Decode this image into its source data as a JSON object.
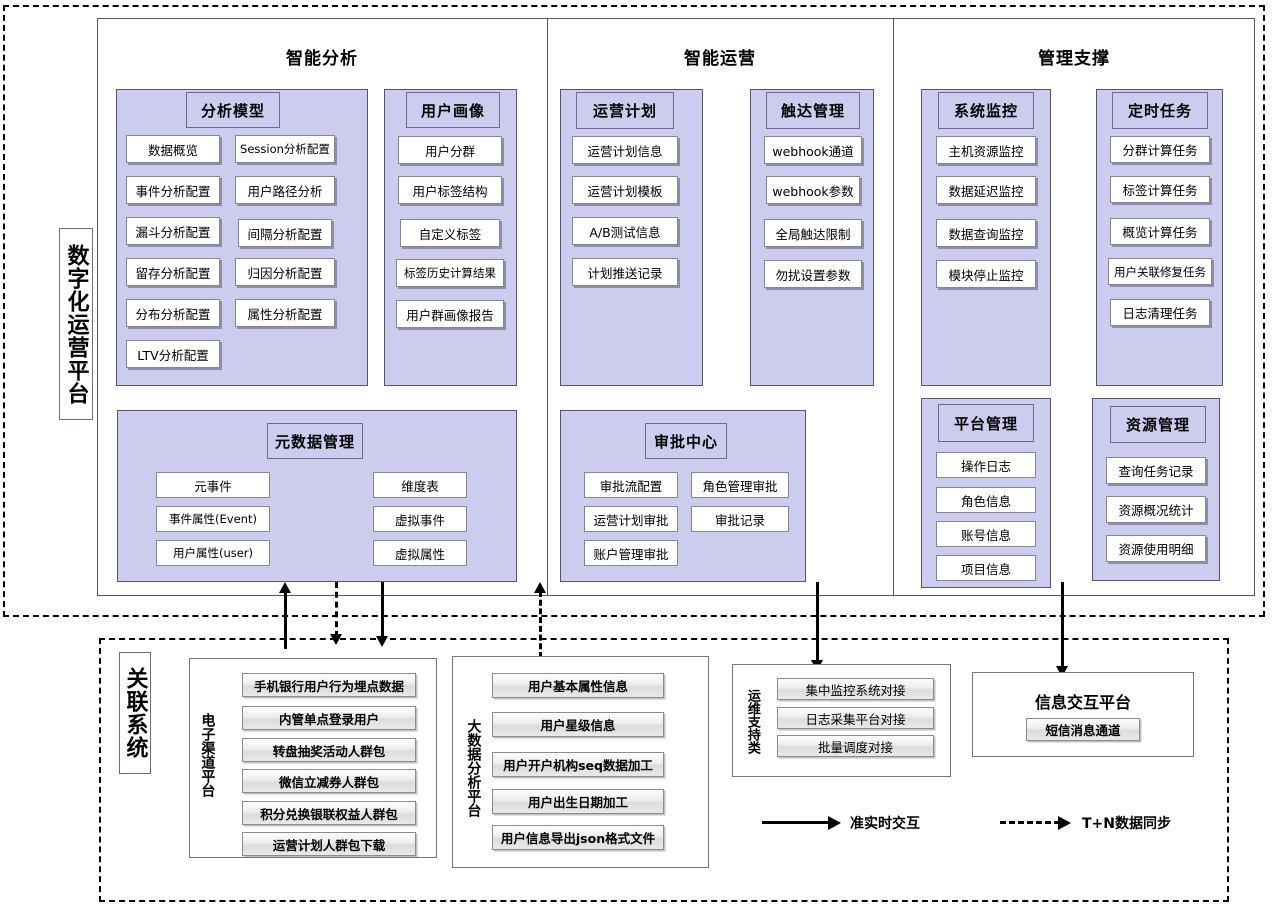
{
  "platform": {
    "vertical_title": "数字化运营平台",
    "sections": [
      {
        "name": "智能分析"
      },
      {
        "name": "智能运营"
      },
      {
        "name": "管理支撑"
      }
    ]
  },
  "groups": {
    "analysis_model": {
      "title": "分析模型",
      "items_left": [
        "数据概览",
        "事件分析配置",
        "漏斗分析配置",
        "留存分析配置",
        "分布分析配置",
        "LTV分析配置"
      ],
      "items_right": [
        "Session分析配置",
        "用户路径分析",
        "间隔分析配置",
        "归因分析配置",
        "属性分析配置"
      ]
    },
    "user_profile": {
      "title": "用户画像",
      "items": [
        "用户分群",
        "用户标签结构",
        "自定义标签",
        "标签历史计算结果",
        "用户群画像报告"
      ]
    },
    "metadata": {
      "title": "元数据管理",
      "items_left": [
        "元事件",
        "事件属性(Event)",
        "用户属性(user)"
      ],
      "items_right": [
        "维度表",
        "虚拟事件",
        "虚拟属性"
      ]
    },
    "operation_plan": {
      "title": "运营计划",
      "items": [
        "运营计划信息",
        "运营计划模板",
        "A/B测试信息",
        "计划推送记录"
      ]
    },
    "reach_management": {
      "title": "触达管理",
      "items": [
        "webhook通道",
        "webhook参数",
        "全局触达限制",
        "勿扰设置参数"
      ]
    },
    "approval_center": {
      "title": "审批中心",
      "items_left": [
        "审批流配置",
        "运营计划审批",
        "账户管理审批"
      ],
      "items_right": [
        "角色管理审批",
        "审批记录"
      ]
    },
    "system_monitor": {
      "title": "系统监控",
      "items": [
        "主机资源监控",
        "数据延迟监控",
        "数据查询监控",
        "模块停止监控"
      ]
    },
    "scheduled_tasks": {
      "title": "定时任务",
      "items": [
        "分群计算任务",
        "标签计算任务",
        "概览计算任务",
        "用户关联修复任务",
        "日志清理任务"
      ]
    },
    "platform_management": {
      "title": "平台管理",
      "items": [
        "操作日志",
        "角色信息",
        "账号信息",
        "项目信息"
      ]
    },
    "resource_management": {
      "title": "资源管理",
      "items": [
        "查询任务记录",
        "资源概况统计",
        "资源使用明细"
      ]
    }
  },
  "related_systems": {
    "vertical_title": "关联系统",
    "echannel": {
      "vertical_title": "电子渠道平台",
      "items": [
        "手机银行用户行为埋点数据",
        "内管单点登录用户",
        "转盘抽奖活动人群包",
        "微信立减券人群包",
        "积分兑换银联权益人群包",
        "运营计划人群包下载"
      ]
    },
    "bigdata": {
      "vertical_title": "大数据分析平台",
      "items": [
        "用户基本属性信息",
        "用户星级信息",
        "用户开户机构seq数据加工",
        "用户出生日期加工",
        "用户信息导出json格式文件"
      ]
    },
    "ops": {
      "vertical_title": "运维支持类",
      "items": [
        "集中监控系统对接",
        "日志采集平台对接",
        "批量调度对接"
      ]
    },
    "messaging": {
      "title": "信息交互平台",
      "items": [
        "短信消息通道"
      ]
    }
  },
  "legend": {
    "solid_label": "准实时交互",
    "dashed_label": "T+N数据同步"
  },
  "colors": {
    "panel_fill": "#ccccee",
    "panel_border": "#555577",
    "leaf_fill": "#ffffff",
    "leaf_border": "#888888",
    "frame_border": "#5a5a5a"
  }
}
